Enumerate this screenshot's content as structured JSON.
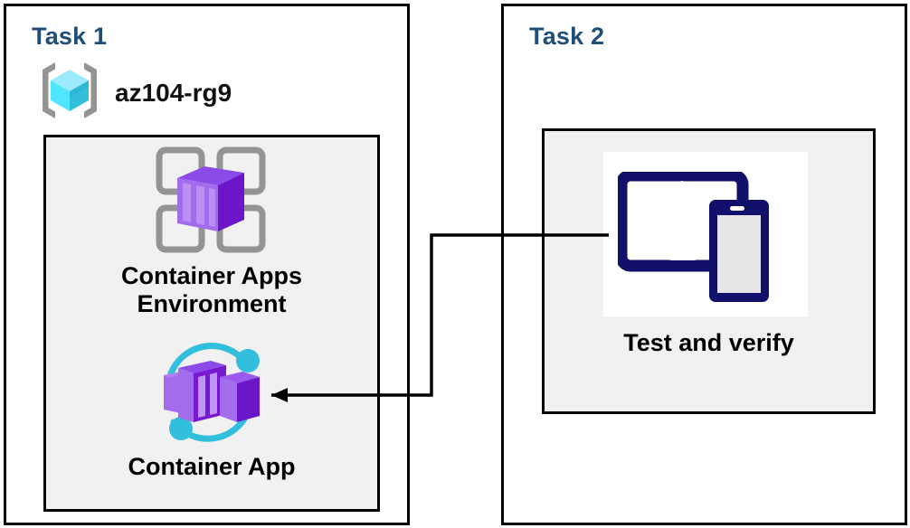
{
  "diagram": {
    "title_color": "#1F4E79",
    "panels": [
      {
        "id": "task1",
        "title": "Task 1",
        "resource_group": {
          "name": "az104-rg9",
          "icon": "resource-group-icon"
        },
        "nodes": [
          {
            "id": "container-apps-environment",
            "label": "Container Apps\nEnvironment",
            "icon": "container-apps-environment-icon"
          },
          {
            "id": "container-app",
            "label": "Container App",
            "icon": "container-app-icon"
          }
        ]
      },
      {
        "id": "task2",
        "title": "Task 2",
        "nodes": [
          {
            "id": "test-and-verify",
            "label": "Test and verify",
            "icon": "devices-test-icon"
          }
        ]
      }
    ],
    "connector": {
      "from": "test-and-verify",
      "to": "container-app",
      "arrow_direction": "left",
      "color": "#000000"
    },
    "colors": {
      "panel_border": "#000000",
      "group_fill": "#f1f1f1",
      "heading": "#1F4E79",
      "label": "#000000",
      "container_purple": "#7719CE",
      "container_purple_light": "#A36CEC",
      "accent_cyan": "#32BEDD",
      "resource_group_cube": "#50E6FF",
      "bracket_gray": "#949494",
      "device_navy": "#11106B"
    }
  }
}
